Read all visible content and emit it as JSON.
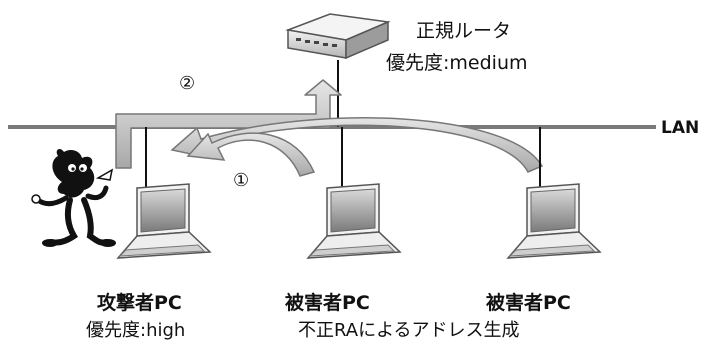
{
  "router": {
    "title": "正規ルータ",
    "priority": "優先度:medium"
  },
  "lan_label": "LAN",
  "steps": {
    "step1": "①",
    "step2": "②"
  },
  "attacker": {
    "label": "攻撃者PC",
    "priority": "優先度:high"
  },
  "victims": [
    {
      "label": "被害者PC"
    },
    {
      "label": "被害者PC"
    }
  ],
  "caption": "不正RAによるアドレス生成"
}
